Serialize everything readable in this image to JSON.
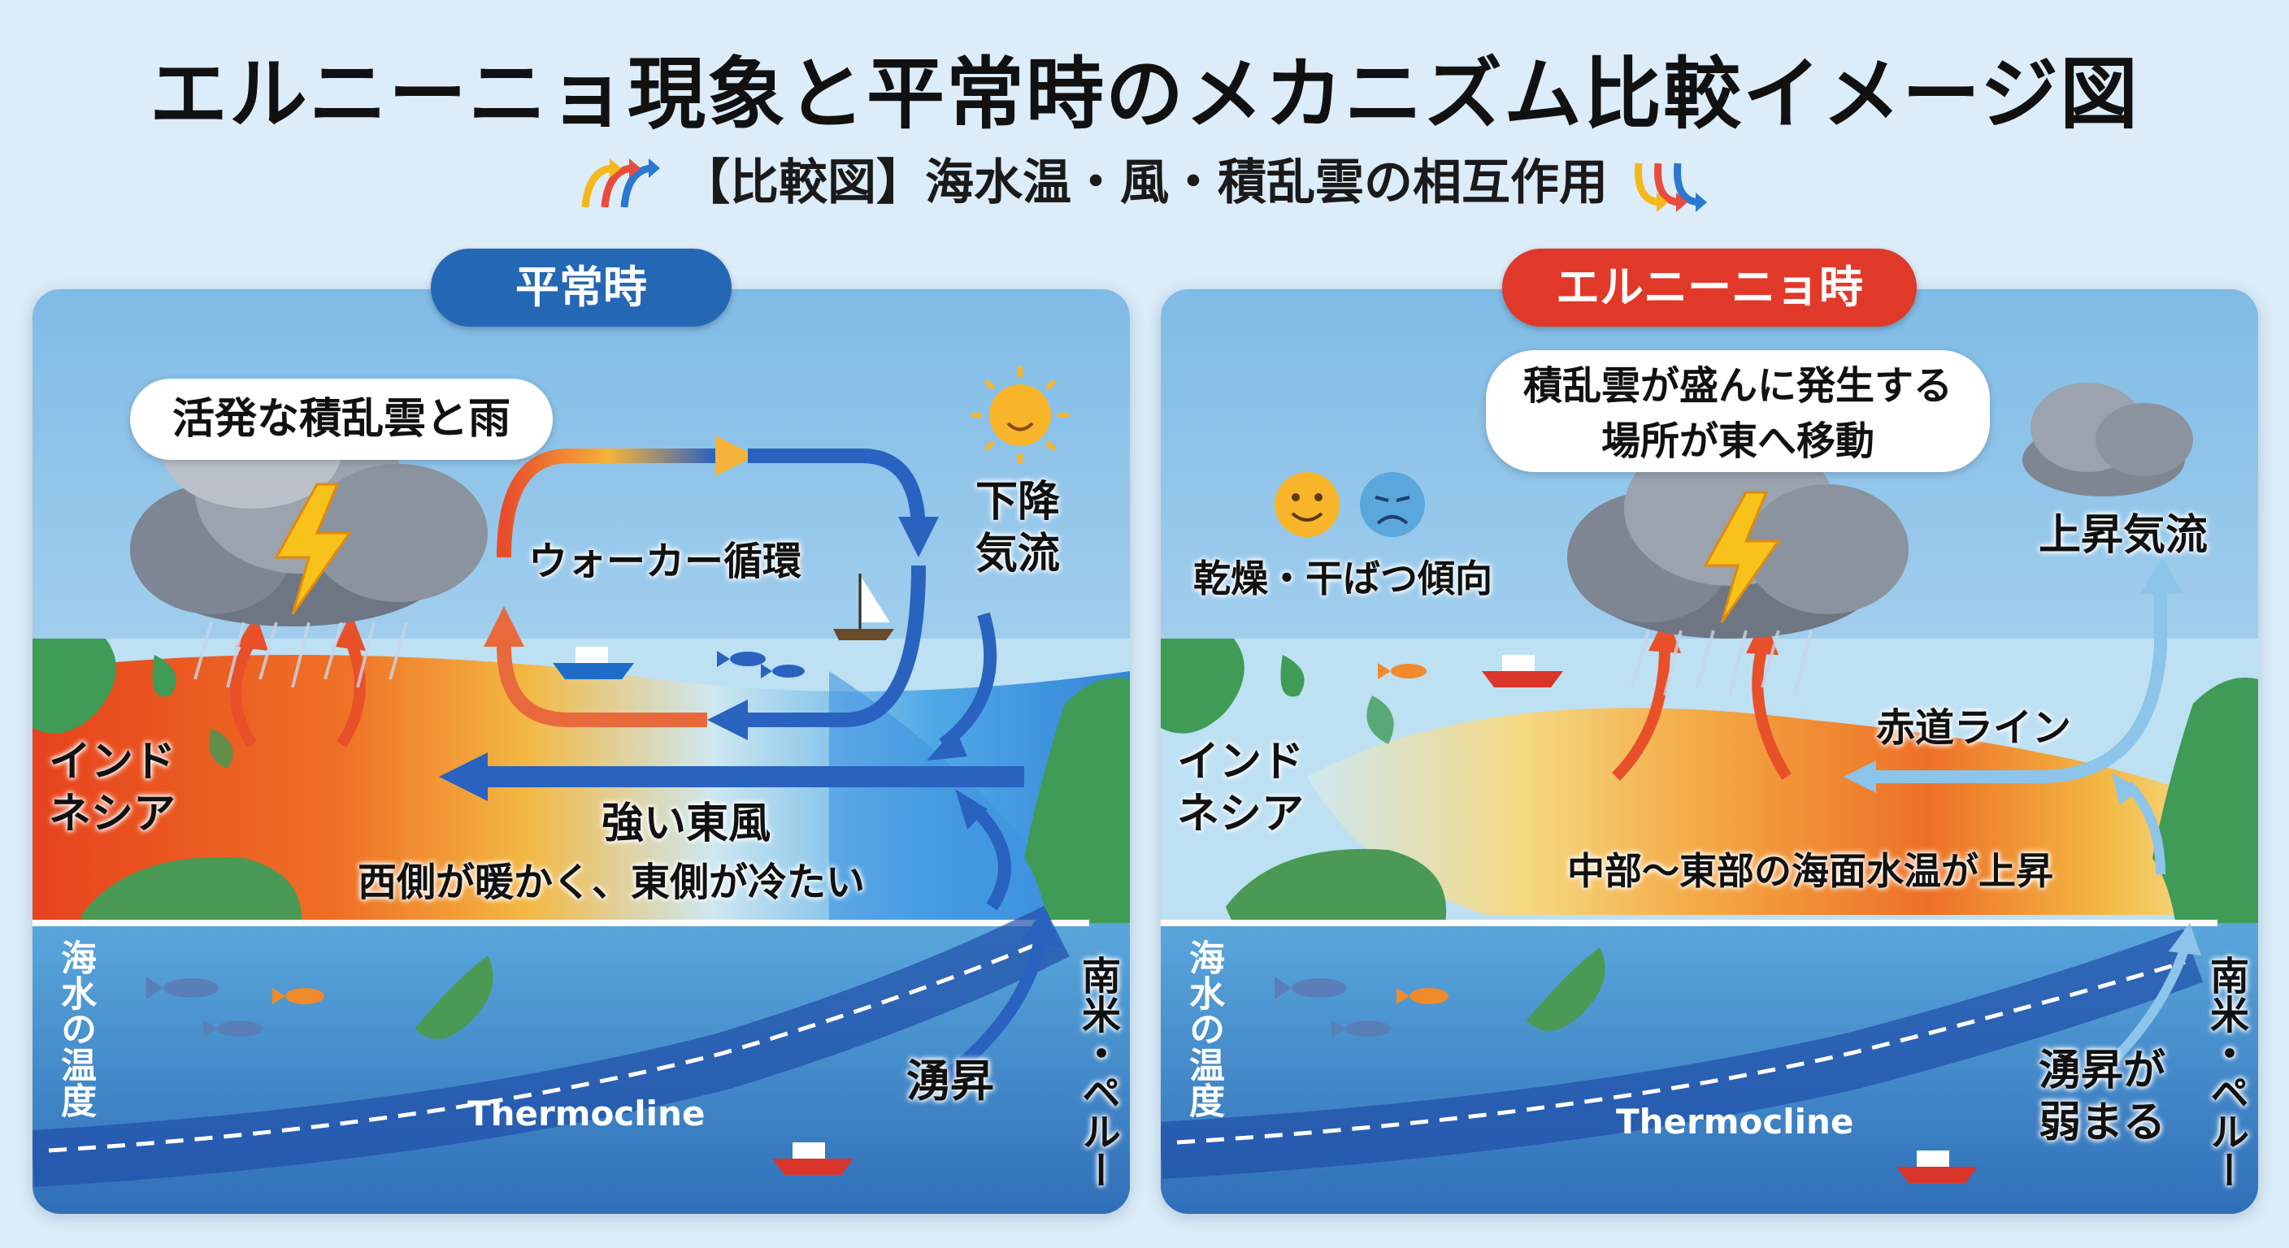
{
  "title": "エルニーニョ現象と平常時のメカニズム比較イメージ図",
  "subtitle": "【比較図】海水温・風・積乱雲の相互作用",
  "colors": {
    "normal_tag": "#2467b5",
    "elnino_tag": "#e0392a",
    "warm": "#f04b1c",
    "cool": "#2a6fc9"
  },
  "normal": {
    "tag": "平常時",
    "cloud_label": "活発な積乱雲と雨",
    "walker": "ウォーカー循環",
    "descending": "下降\n気流",
    "indonesia": "インド\nネシア",
    "strong_wind": "強い東風",
    "temp_note": "西側が暖かく、東側が冷たい",
    "sea_temp": "海水の温度",
    "thermocline": "Thermocline",
    "upwelling": "湧昇",
    "south_america": "南米・ペルー"
  },
  "elnino": {
    "tag": "エルニーニョ時",
    "cloud_label": "積乱雲が盛んに発生する\n場所が東へ移動",
    "dry": "乾燥・干ばつ傾向",
    "rising": "上昇気流",
    "equator": "赤道ライン",
    "indonesia": "インド\nネシア",
    "temp_note": "中部〜東部の海面水温が上昇",
    "sea_temp": "海水の温度",
    "thermocline": "Thermocline",
    "upwelling": "湧昇が\n弱まる",
    "south_america": "南米・ペルー"
  },
  "icons": [
    "sun-icon",
    "lightning-icon",
    "happy-face-icon",
    "sad-face-icon",
    "ship-icon",
    "fish-icon",
    "sailboat-icon"
  ]
}
